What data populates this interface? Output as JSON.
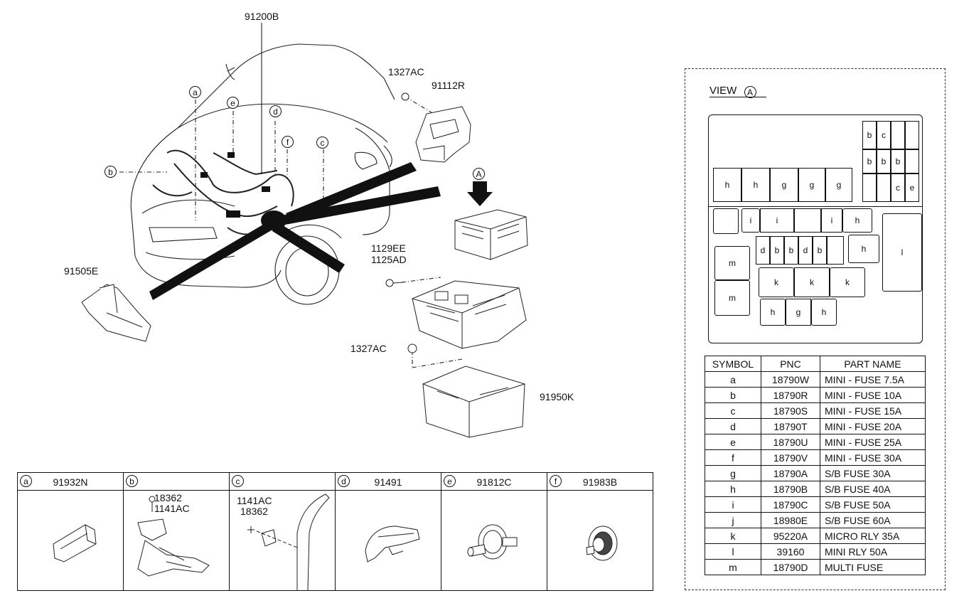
{
  "main_diagram": {
    "callouts": {
      "harness": "91200B",
      "nut_top": "1327AC",
      "cover": "91112R",
      "bracket": "91505E",
      "bolts_line1": "1129EE",
      "bolts_line2": "1125AD",
      "nut_bottom": "1327AC",
      "lower_box": "91950K"
    },
    "letter_markers": [
      "a",
      "b",
      "c",
      "d",
      "e",
      "f"
    ],
    "view_marker": "A"
  },
  "detail_cells": [
    {
      "letter": "a",
      "part": "91932N",
      "sub": []
    },
    {
      "letter": "b",
      "part": "",
      "sub": [
        "18362",
        "1141AC"
      ]
    },
    {
      "letter": "c",
      "part": "",
      "sub": [
        "1141AC",
        "18362"
      ]
    },
    {
      "letter": "d",
      "part": "91491",
      "sub": []
    },
    {
      "letter": "e",
      "part": "91812C",
      "sub": []
    },
    {
      "letter": "f",
      "part": "91983B",
      "sub": []
    }
  ],
  "view_a": {
    "title": "VIEW",
    "marker": "A",
    "fuse_slots": {
      "top_right_grid": [
        "b",
        "c",
        "",
        "",
        "b",
        "b",
        "b",
        "",
        "",
        "",
        "c",
        "e"
      ],
      "row_h_g": [
        "h",
        "h",
        "g",
        "g",
        "g"
      ],
      "row_i": [
        "",
        "i",
        "i",
        "",
        "i",
        "h"
      ],
      "row_d_b": [
        "d",
        "b",
        "b",
        "d",
        "b",
        "",
        "h"
      ],
      "left_m": [
        "m",
        "m"
      ],
      "row_k": [
        "k",
        "k",
        "k"
      ],
      "row_hgh": [
        "h",
        "g",
        "h"
      ],
      "right_l": "l"
    }
  },
  "parts_table": {
    "headers": [
      "SYMBOL",
      "PNC",
      "PART NAME"
    ],
    "rows": [
      [
        "a",
        "18790W",
        "MINI - FUSE 7.5A"
      ],
      [
        "b",
        "18790R",
        "MINI - FUSE 10A"
      ],
      [
        "c",
        "18790S",
        "MINI - FUSE 15A"
      ],
      [
        "d",
        "18790T",
        "MINI - FUSE 20A"
      ],
      [
        "e",
        "18790U",
        "MINI - FUSE 25A"
      ],
      [
        "f",
        "18790V",
        "MINI - FUSE 30A"
      ],
      [
        "g",
        "18790A",
        "S/B FUSE 30A"
      ],
      [
        "h",
        "18790B",
        "S/B FUSE 40A"
      ],
      [
        "i",
        "18790C",
        "S/B FUSE 50A"
      ],
      [
        "j",
        "18980E",
        "S/B FUSE 60A"
      ],
      [
        "k",
        "95220A",
        "MICRO RLY 35A"
      ],
      [
        "l",
        "39160",
        "MINI RLY 50A"
      ],
      [
        "m",
        "18790D",
        "MULTI FUSE"
      ]
    ]
  }
}
